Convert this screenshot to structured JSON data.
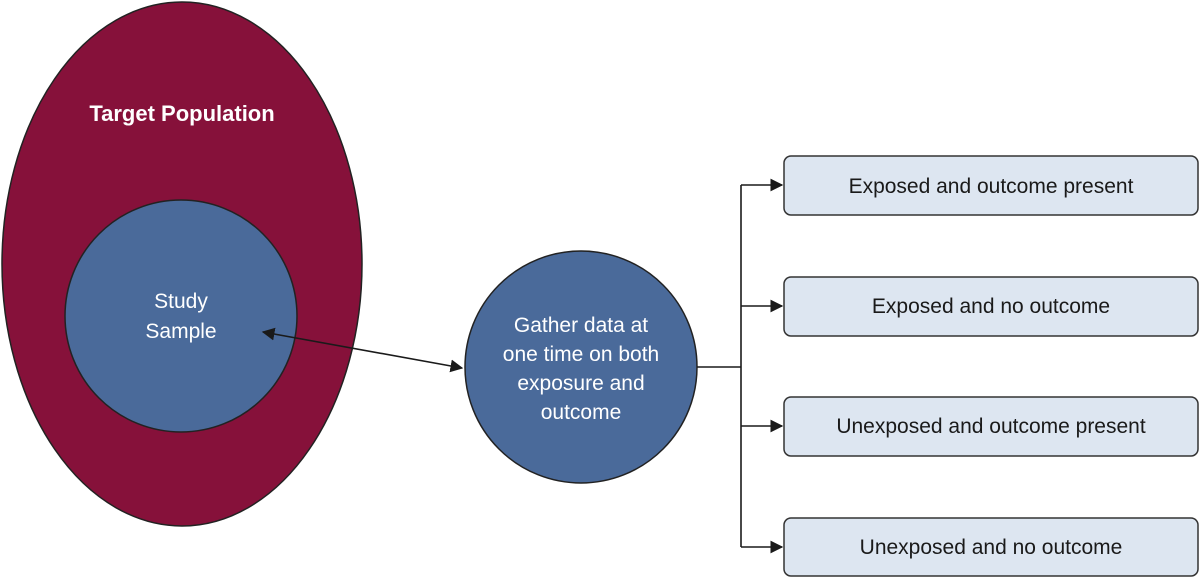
{
  "target_population": {
    "label": "Target Population",
    "color": "#86113A"
  },
  "study_sample": {
    "label_lines": [
      "Study",
      "Sample"
    ],
    "color": "#4A6A9A"
  },
  "data_gathering": {
    "label_lines": [
      "Gather data at",
      "one time on both",
      "exposure and",
      "outcome"
    ],
    "color": "#4A6A9A"
  },
  "outcome_groups": [
    {
      "label": "Exposed and outcome present"
    },
    {
      "label": "Exposed and no outcome"
    },
    {
      "label": "Unexposed and outcome present"
    },
    {
      "label": "Unexposed and no outcome"
    }
  ],
  "colors": {
    "box_fill": "#DDE6F1",
    "box_stroke": "#333333",
    "line": "#1a1a1a"
  }
}
